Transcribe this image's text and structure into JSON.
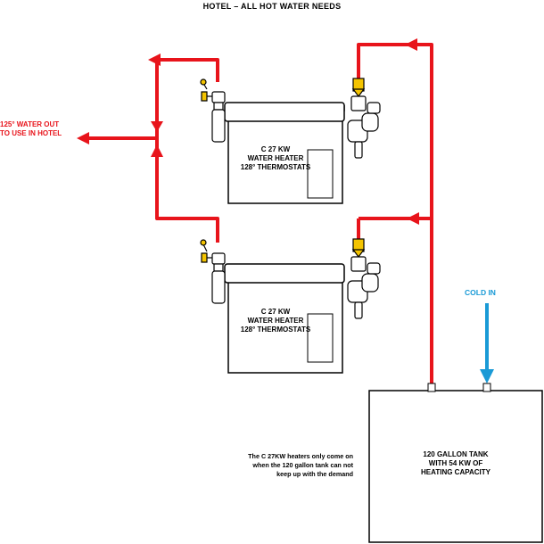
{
  "title": "HOTEL – ALL HOT WATER NEEDS",
  "outlet_label": [
    "125° WATER OUT",
    "TO USE IN HOTEL"
  ],
  "heaters": [
    {
      "lines": [
        "C 27 KW",
        "WATER HEATER",
        "128° THERMOSTATS"
      ]
    },
    {
      "lines": [
        "C 27 KW",
        "WATER HEATER",
        "128° THERMOSTATS"
      ]
    }
  ],
  "cold_in_label": "COLD IN",
  "tank_lines": [
    "120 GALLON TANK",
    "WITH 54 KW OF",
    "HEATING CAPACITY"
  ],
  "note_lines": [
    "The C 27KW heaters only come on",
    "when the 120 gallon tank can not",
    "keep up with the demand"
  ],
  "colors": {
    "hot_pipe": "#e8141b",
    "cold_pipe": "#1a9ad6",
    "valve_handle": "#f4c400",
    "outline": "#000000"
  }
}
